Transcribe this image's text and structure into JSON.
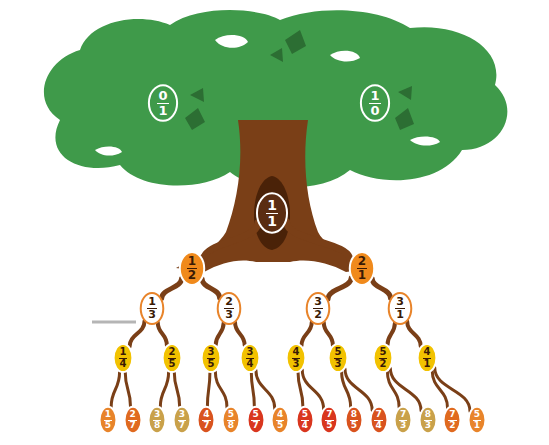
{
  "diagram": {
    "nodes": [
      {
        "text": [
          "0",
          "1"
        ]
      },
      {
        "text": [
          "1",
          "0"
        ]
      },
      {
        "text": [
          "1",
          "1"
        ]
      },
      {
        "text": [
          "1",
          "2"
        ]
      },
      {
        "text": [
          "2",
          "1"
        ]
      },
      {
        "text": [
          "1",
          "3"
        ]
      },
      {
        "text": [
          "2",
          "3"
        ]
      },
      {
        "text": [
          "3",
          "2"
        ]
      },
      {
        "text": [
          "3",
          "1"
        ]
      },
      {
        "text": [
          "1",
          "4"
        ]
      },
      {
        "text": [
          "2",
          "5"
        ]
      },
      {
        "text": [
          "3",
          "5"
        ]
      },
      {
        "text": [
          "3",
          "4"
        ]
      },
      {
        "text": [
          "4",
          "3"
        ]
      },
      {
        "text": [
          "5",
          "3"
        ]
      },
      {
        "text": [
          "5",
          "2"
        ]
      },
      {
        "text": [
          "4",
          "1"
        ]
      },
      {
        "text": [
          "1",
          "5"
        ]
      },
      {
        "text": [
          "2",
          "7"
        ]
      },
      {
        "text": [
          "3",
          "8"
        ]
      },
      {
        "text": [
          "3",
          "7"
        ]
      },
      {
        "text": [
          "4",
          "7"
        ]
      },
      {
        "text": [
          "5",
          "8"
        ]
      },
      {
        "text": [
          "5",
          "7"
        ]
      },
      {
        "text": [
          "4",
          "5"
        ]
      },
      {
        "text": [
          "5",
          "4"
        ]
      },
      {
        "text": [
          "7",
          "5"
        ]
      },
      {
        "text": [
          "8",
          "5"
        ]
      },
      {
        "text": [
          "7",
          "4"
        ]
      },
      {
        "text": [
          "7",
          "3"
        ]
      },
      {
        "text": [
          "8",
          "3"
        ]
      },
      {
        "text": [
          "7",
          "2"
        ]
      },
      {
        "text": [
          "5",
          "1"
        ]
      }
    ],
    "edges": [
      {
        "from": 2,
        "to": 3,
        "arrow": "none"
      },
      {
        "from": 2,
        "to": 4,
        "arrow": "none"
      },
      {
        "from": 3,
        "to": 5,
        "arrow": "none"
      },
      {
        "from": 3,
        "to": 6,
        "arrow": "none"
      },
      {
        "from": 4,
        "to": 7,
        "arrow": "none"
      },
      {
        "from": 4,
        "to": 8,
        "arrow": "none"
      },
      {
        "from": 5,
        "to": 9,
        "arrow": "none"
      },
      {
        "from": 5,
        "to": 10,
        "arrow": "none"
      },
      {
        "from": 6,
        "to": 11,
        "arrow": "none"
      },
      {
        "from": 6,
        "to": 12,
        "arrow": "none"
      },
      {
        "from": 7,
        "to": 13,
        "arrow": "none"
      },
      {
        "from": 7,
        "to": 14,
        "arrow": "none"
      },
      {
        "from": 8,
        "to": 15,
        "arrow": "none"
      },
      {
        "from": 8,
        "to": 16,
        "arrow": "none"
      },
      {
        "from": 9,
        "to": 17,
        "arrow": "none"
      },
      {
        "from": 9,
        "to": 18,
        "arrow": "none"
      },
      {
        "from": 10,
        "to": 19,
        "arrow": "none"
      },
      {
        "from": 10,
        "to": 20,
        "arrow": "none"
      },
      {
        "from": 11,
        "to": 21,
        "arrow": "none"
      },
      {
        "from": 11,
        "to": 22,
        "arrow": "none"
      },
      {
        "from": 12,
        "to": 23,
        "arrow": "none"
      },
      {
        "from": 12,
        "to": 24,
        "arrow": "none"
      },
      {
        "from": 13,
        "to": 25,
        "arrow": "none"
      },
      {
        "from": 13,
        "to": 26,
        "arrow": "none"
      },
      {
        "from": 14,
        "to": 27,
        "arrow": "none"
      },
      {
        "from": 14,
        "to": 28,
        "arrow": "none"
      },
      {
        "from": 15,
        "to": 29,
        "arrow": "none"
      },
      {
        "from": 15,
        "to": 30,
        "arrow": "none"
      },
      {
        "from": 16,
        "to": 31,
        "arrow": "none"
      },
      {
        "from": 16,
        "to": 32,
        "arrow": "none"
      }
    ]
  }
}
